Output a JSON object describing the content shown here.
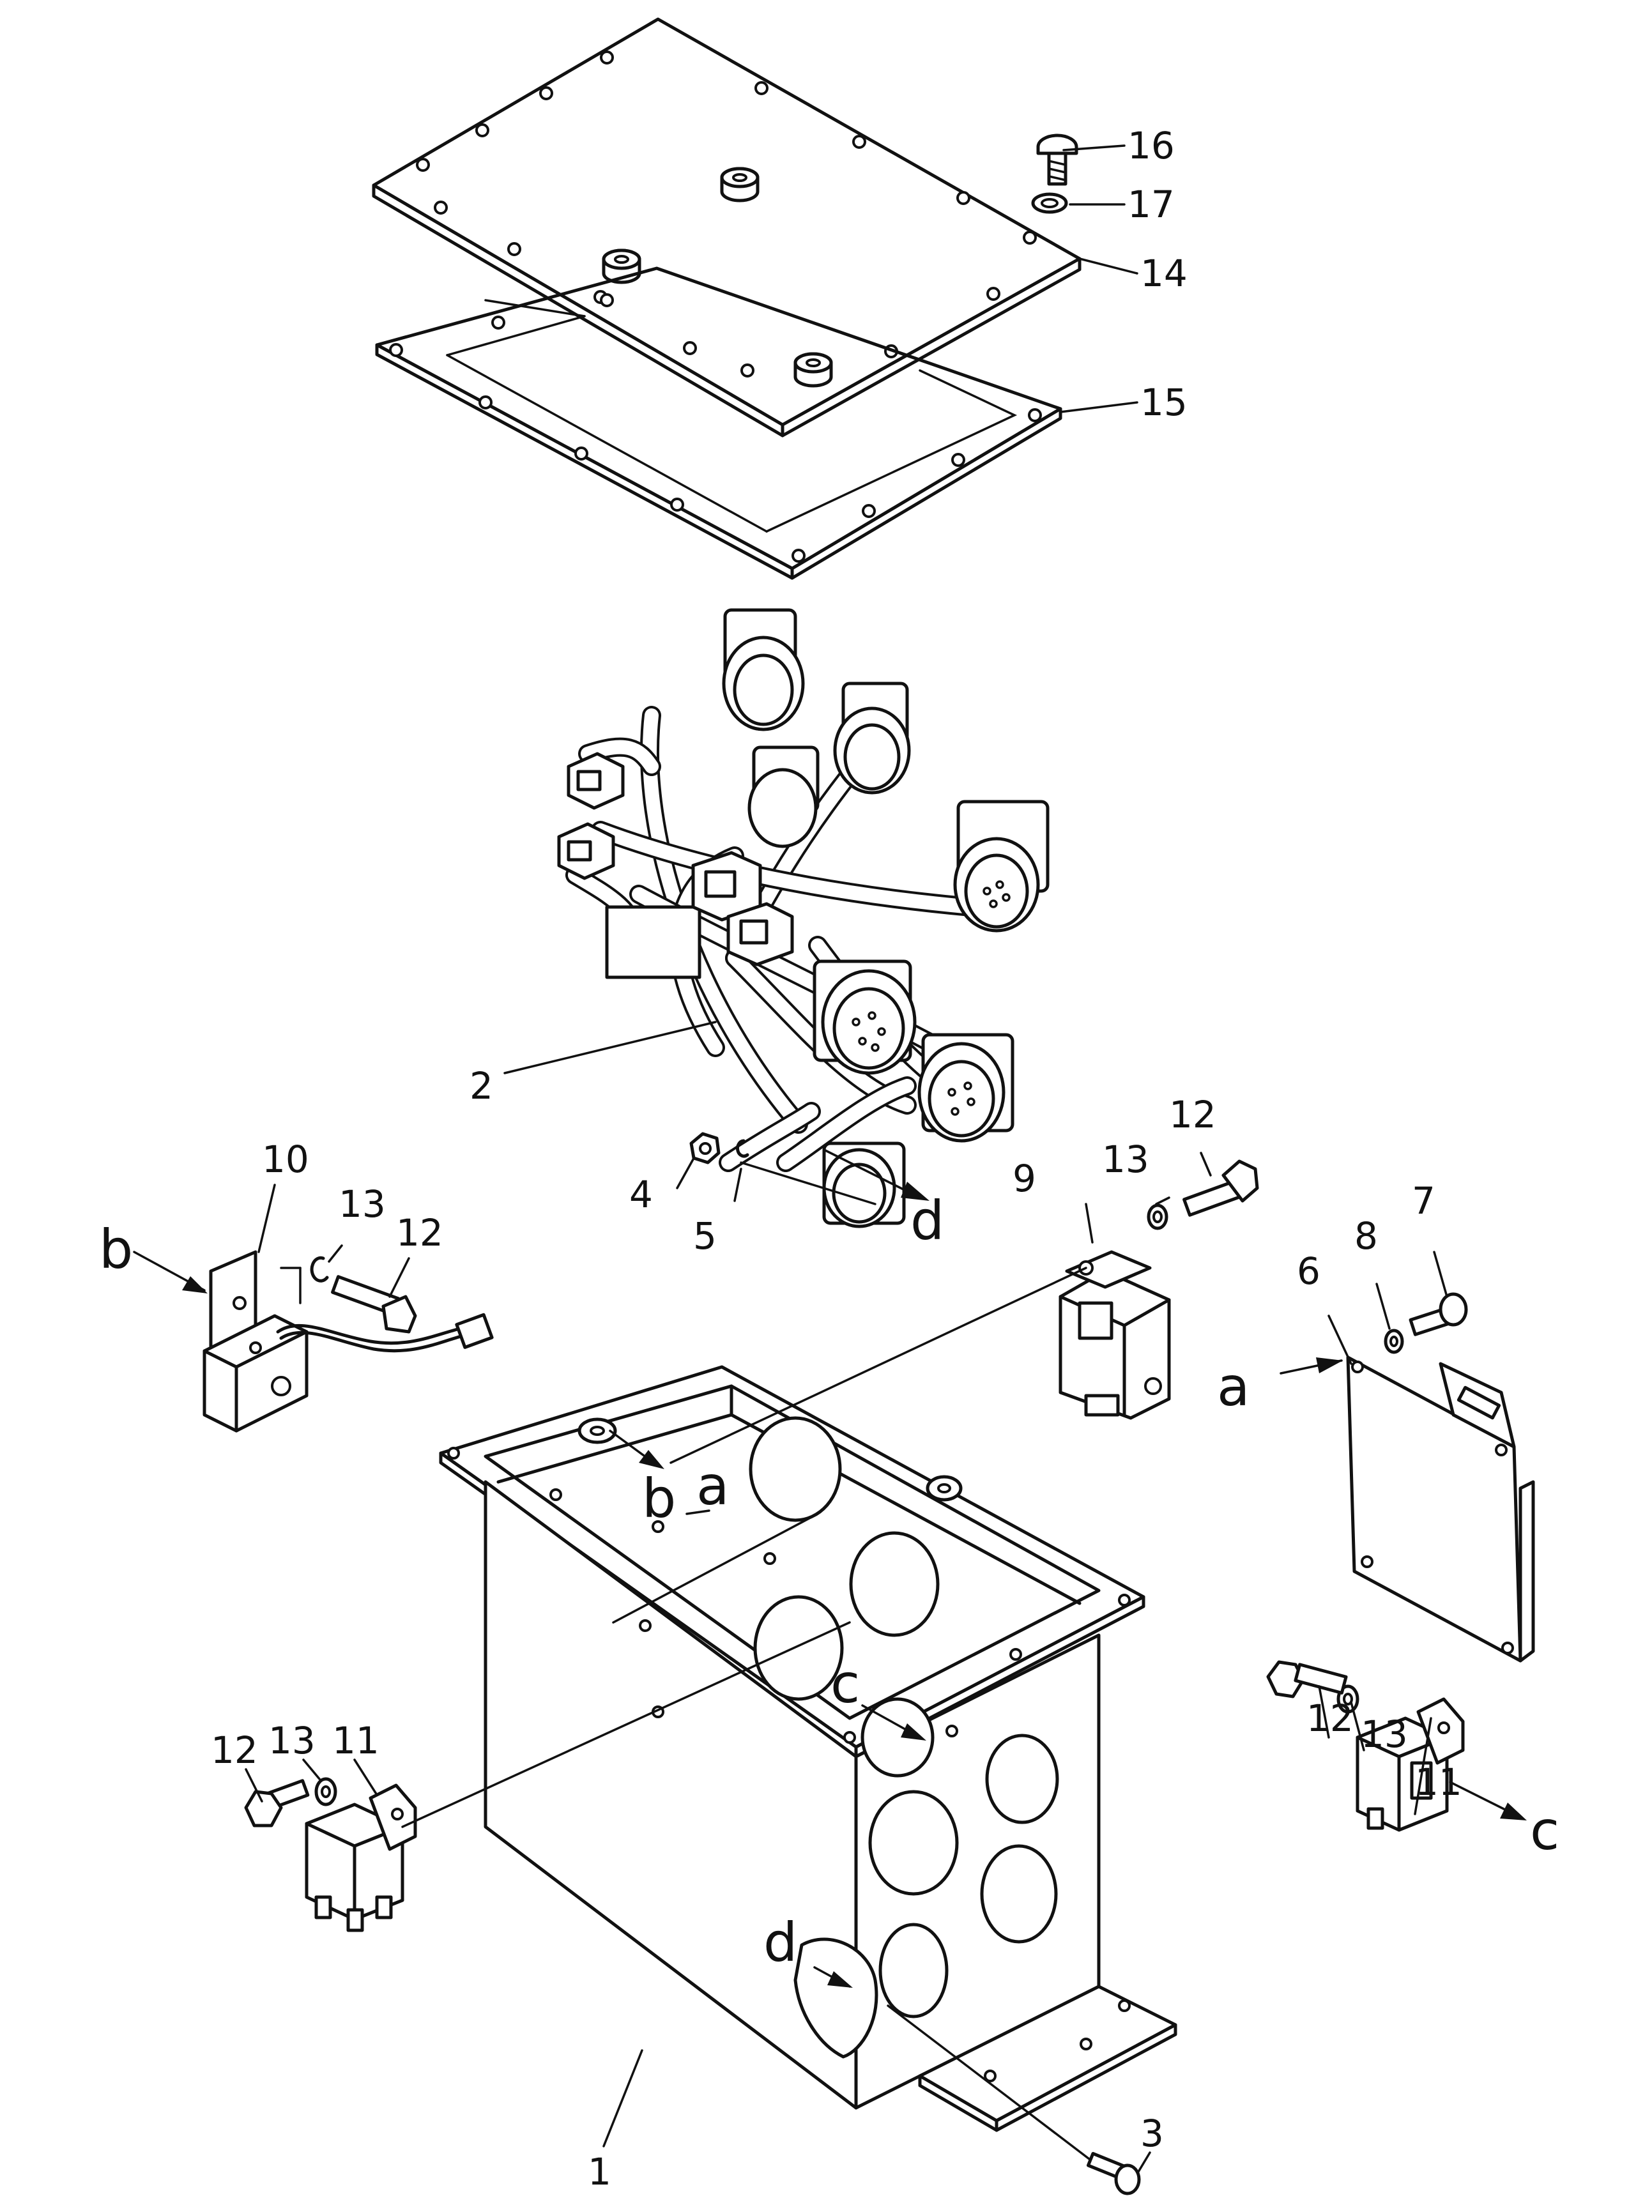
{
  "part_numbers": {
    "p1": "1",
    "p2": "2",
    "p3": "3",
    "p4": "4",
    "p5": "5",
    "p6": "6",
    "p7": "7",
    "p8": "8",
    "p9": "9",
    "p10": "10",
    "p11_left": "11",
    "p11_right": "11",
    "p12_left": "12",
    "p12_relay10": "12",
    "p12_relay9": "12",
    "p12_right": "12",
    "p13_left": "13",
    "p13_relay10": "13",
    "p13_relay9": "13",
    "p13_right": "13",
    "p14": "14",
    "p15": "15",
    "p16": "16",
    "p17": "17"
  },
  "view_letters": {
    "a_board": "a",
    "a_box": "a",
    "b_relay": "b",
    "b_box": "b",
    "c_relay": "c",
    "c_box": "c",
    "d_harness": "d",
    "d_box": "d"
  }
}
